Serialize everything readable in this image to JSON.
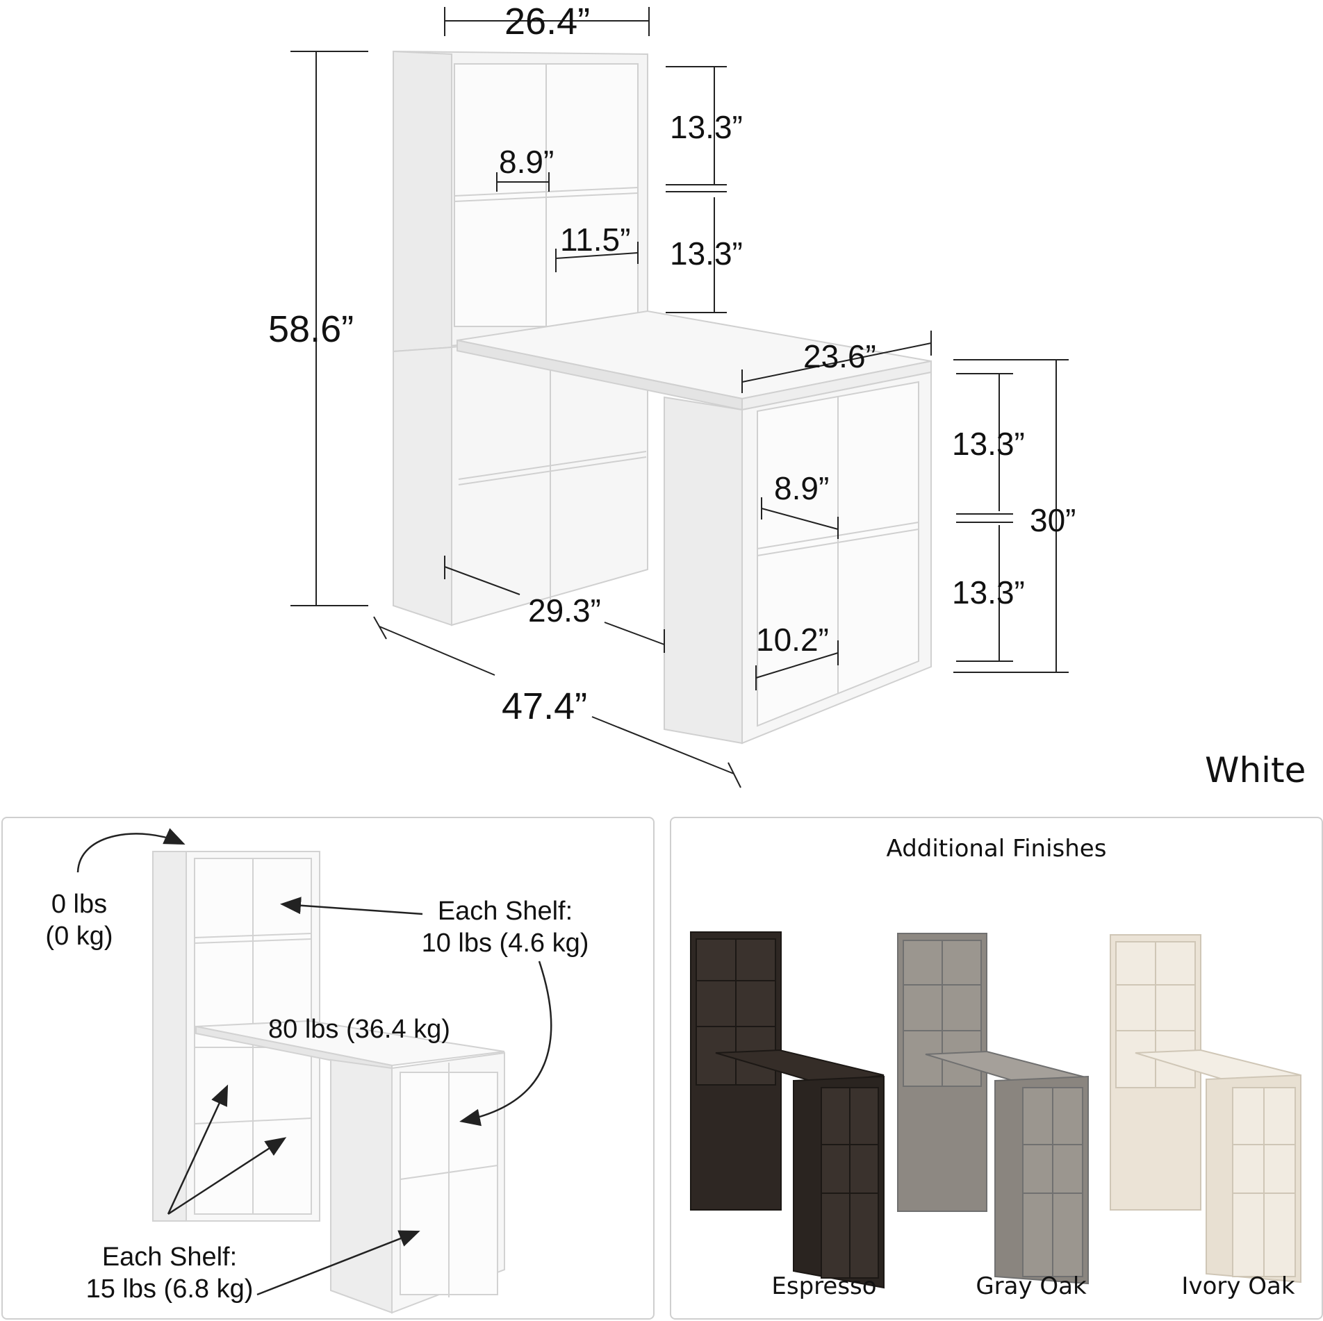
{
  "dimensions": {
    "top_width": "26.4”",
    "total_height": "58.6”",
    "upper_cube_height_1": "13.3”",
    "upper_cube_height_2": "13.3”",
    "upper_cube_width": "8.9”",
    "upper_cube_depth": "11.5”",
    "desk_depth": "23.6”",
    "lower_cube_height_1": "13.3”",
    "lower_cube_height_2": "13.3”",
    "desk_height": "30”",
    "lower_cube_width": "8.9”",
    "lower_cube_depth": "10.2”",
    "desk_span": "29.3”",
    "total_length": "47.4”"
  },
  "color_label": "White",
  "load_panel": {
    "top_load_line1": "0 lbs",
    "top_load_line2": "(0 kg)",
    "upper_shelf_line1": "Each Shelf:",
    "upper_shelf_line2": "10 lbs (4.6 kg)",
    "desktop_load": "80 lbs (36.4 kg)",
    "lower_shelf_line1": "Each Shelf:",
    "lower_shelf_line2": "15 lbs (6.8 kg)"
  },
  "finishes_panel": {
    "title": "Additional Finishes",
    "items": [
      {
        "name": "Espresso",
        "color": "#2e2723"
      },
      {
        "name": "Gray Oak",
        "color": "#8d8882"
      },
      {
        "name": "Ivory Oak",
        "color": "#ebe3d6"
      }
    ]
  }
}
